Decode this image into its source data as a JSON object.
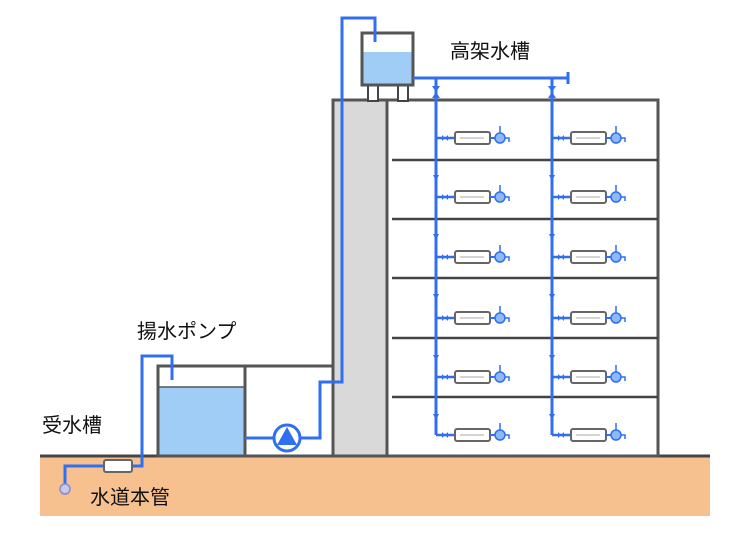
{
  "labels": {
    "elevated_tank": "高架水槽",
    "pump": "揚水ポンプ",
    "receiving_tank": "受水槽",
    "water_main": "水道本管"
  },
  "floors": 6,
  "risers": 2,
  "colors": {
    "pipe": "#2f6ff0",
    "water": "#9fcdf5",
    "ground": "#f7c08f",
    "shaft": "#d9d9d9",
    "wall": "#555555"
  }
}
